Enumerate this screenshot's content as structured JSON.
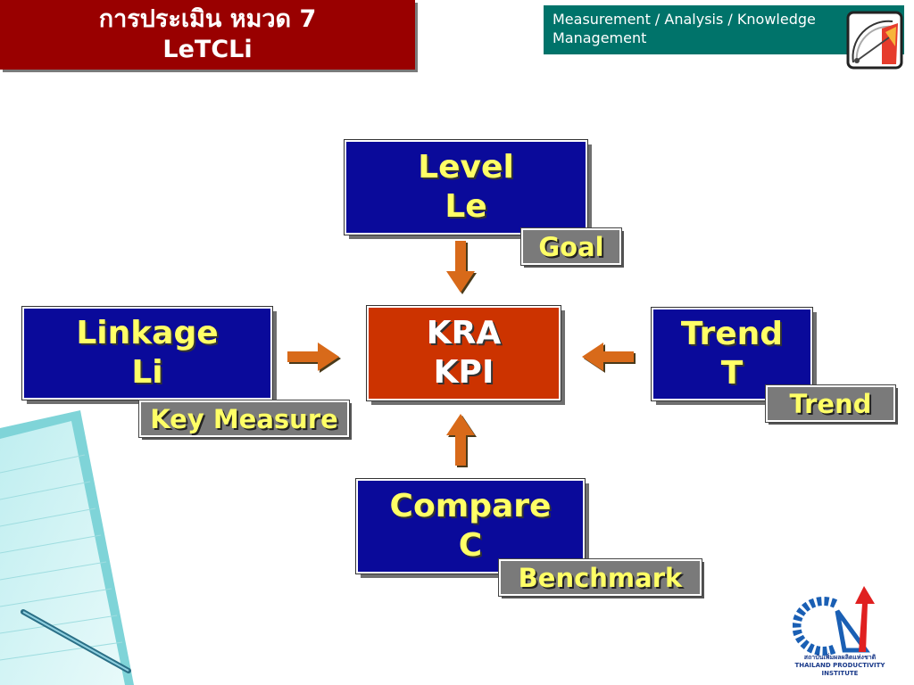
{
  "title": {
    "line1": "การประเมิน หมวด 7",
    "line2": "LeTCLi"
  },
  "header": {
    "text": "Measurement / Analysis / Knowledge Management"
  },
  "center": {
    "line1": "KRA",
    "line2": "KPI"
  },
  "level": {
    "line1": "Level",
    "line2": "Le",
    "tag": "Goal"
  },
  "linkage": {
    "line1": "Linkage",
    "line2": "Li",
    "tag": "Key Measure"
  },
  "trend": {
    "line1": "Trend",
    "line2": "T",
    "tag": "Trend"
  },
  "compare": {
    "line1": "Compare",
    "line2": "C",
    "tag": "Benchmark"
  },
  "logo": {
    "thai": "สถาบันเพิ่มผลผลิตแห่งชาติ",
    "english": "THAILAND PRODUCTIVITY INSTITUTE"
  },
  "colors": {
    "title_bg": "#990000",
    "header_bg": "#00736a",
    "box_blue": "#0a0a9a",
    "box_red": "#cc3300",
    "label_yellow": "#ffff66",
    "tag_gray": "#7a7a7a",
    "arrow_orange": "#d86a1a"
  }
}
